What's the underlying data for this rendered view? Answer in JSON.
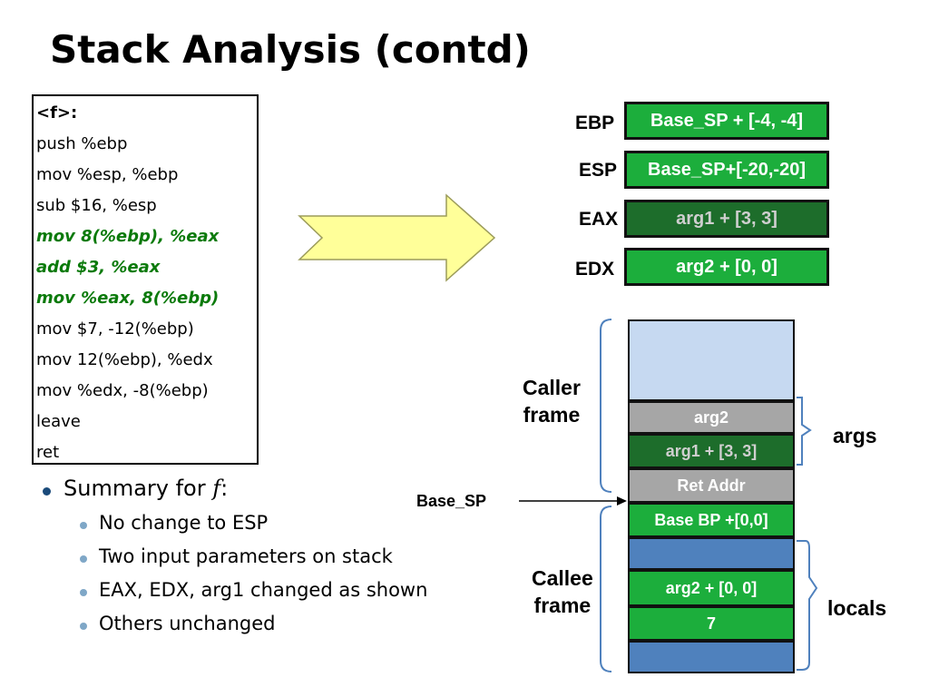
{
  "title": "Stack Analysis (contd)",
  "code": [
    {
      "text": "<f>:",
      "style": "hdr"
    },
    {
      "text": "push  %ebp",
      "style": ""
    },
    {
      "text": "mov %esp, %ebp",
      "style": ""
    },
    {
      "text": "sub $16, %esp",
      "style": ""
    },
    {
      "text": "mov 8(%ebp), %eax",
      "style": "hl"
    },
    {
      "text": "add $3, %eax",
      "style": "hl"
    },
    {
      "text": "mov %eax, 8(%ebp)",
      "style": "hl"
    },
    {
      "text": "mov $7, -12(%ebp)",
      "style": ""
    },
    {
      "text": "mov 12(%ebp), %edx",
      "style": ""
    },
    {
      "text": "mov %edx, -8(%ebp)",
      "style": ""
    },
    {
      "text": "leave",
      "style": ""
    },
    {
      "text": "ret",
      "style": ""
    }
  ],
  "registers": {
    "ebp": {
      "label": "EBP",
      "value": "Base_SP + [-4, -4]"
    },
    "esp": {
      "label": "ESP",
      "value": "Base_SP+[-20,-20]"
    },
    "eax": {
      "label": "EAX",
      "value": "arg1 + [3, 3]"
    },
    "edx": {
      "label": "EDX",
      "value": "arg2 + [0, 0]"
    }
  },
  "stack": {
    "arg2": "arg2",
    "arg1": "arg1  + [3, 3]",
    "ret_addr": "Ret Addr",
    "base_bp": "Base BP +[0,0]",
    "local_arg2": "arg2 + [0, 0]",
    "local_7": "7"
  },
  "labels": {
    "caller_frame": [
      "Caller",
      "frame"
    ],
    "callee_frame": [
      "Callee",
      "frame"
    ],
    "args": "args",
    "locals": "locals",
    "base_sp": "Base_SP"
  },
  "summary": {
    "heading_prefix": "Summary for ",
    "heading_var": "f",
    "heading_suffix": ":",
    "items": [
      "No change to ESP",
      "Two input parameters on stack",
      "EAX, EDX, arg1 changed as shown",
      "Others unchanged"
    ]
  },
  "colors": {
    "green": "#1cae3c",
    "dark_green": "#1d6d2b",
    "light_blue": "#c6d9f1",
    "gray": "#a6a6a6",
    "blue": "#4f81bd",
    "arrow_fill": "#ffff99",
    "highlight_code": "#0b7a0b"
  }
}
